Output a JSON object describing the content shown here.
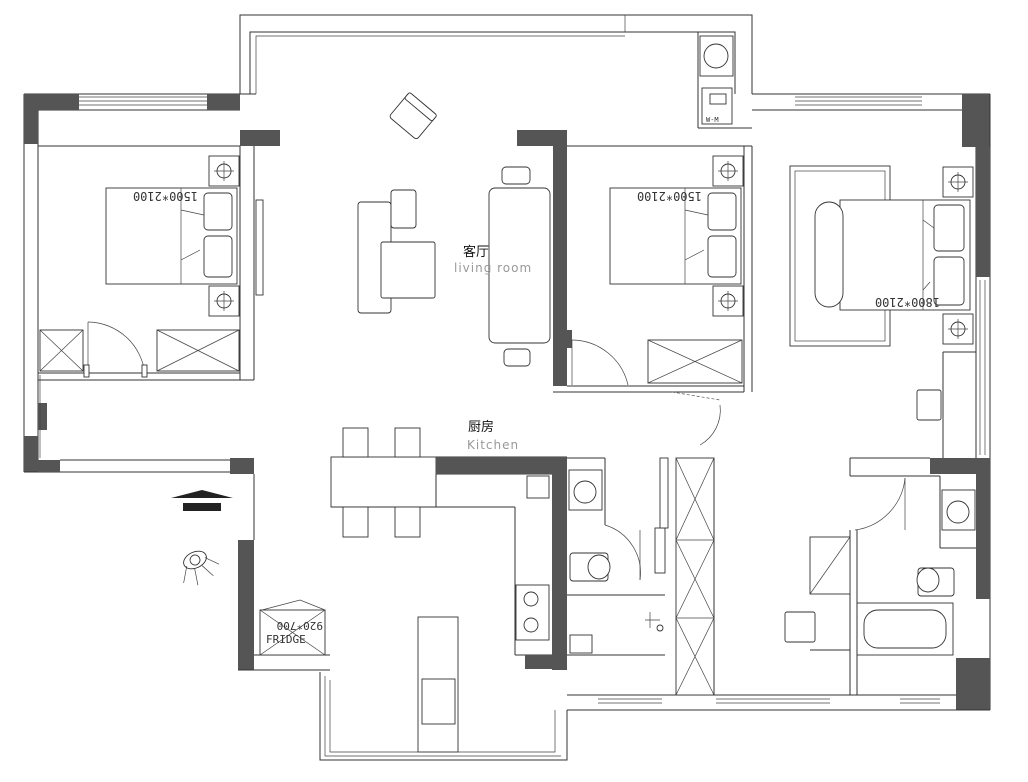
{
  "rooms": {
    "living": {
      "name_cn": "客厅",
      "name_en": "living room"
    },
    "kitchen": {
      "name_cn": "厨房",
      "name_en": "Kitchen"
    }
  },
  "bed_sizes": {
    "bedroom_left": "1500*2100",
    "bedroom_middle": "1500*2100",
    "bedroom_master": "1800*2100"
  },
  "fridge": {
    "size": "920*700",
    "label": "FRIDGE"
  },
  "washer": {
    "label": "W-M"
  },
  "colors": {
    "wall": "#555555",
    "line": "#333333",
    "background": "#ffffff"
  }
}
